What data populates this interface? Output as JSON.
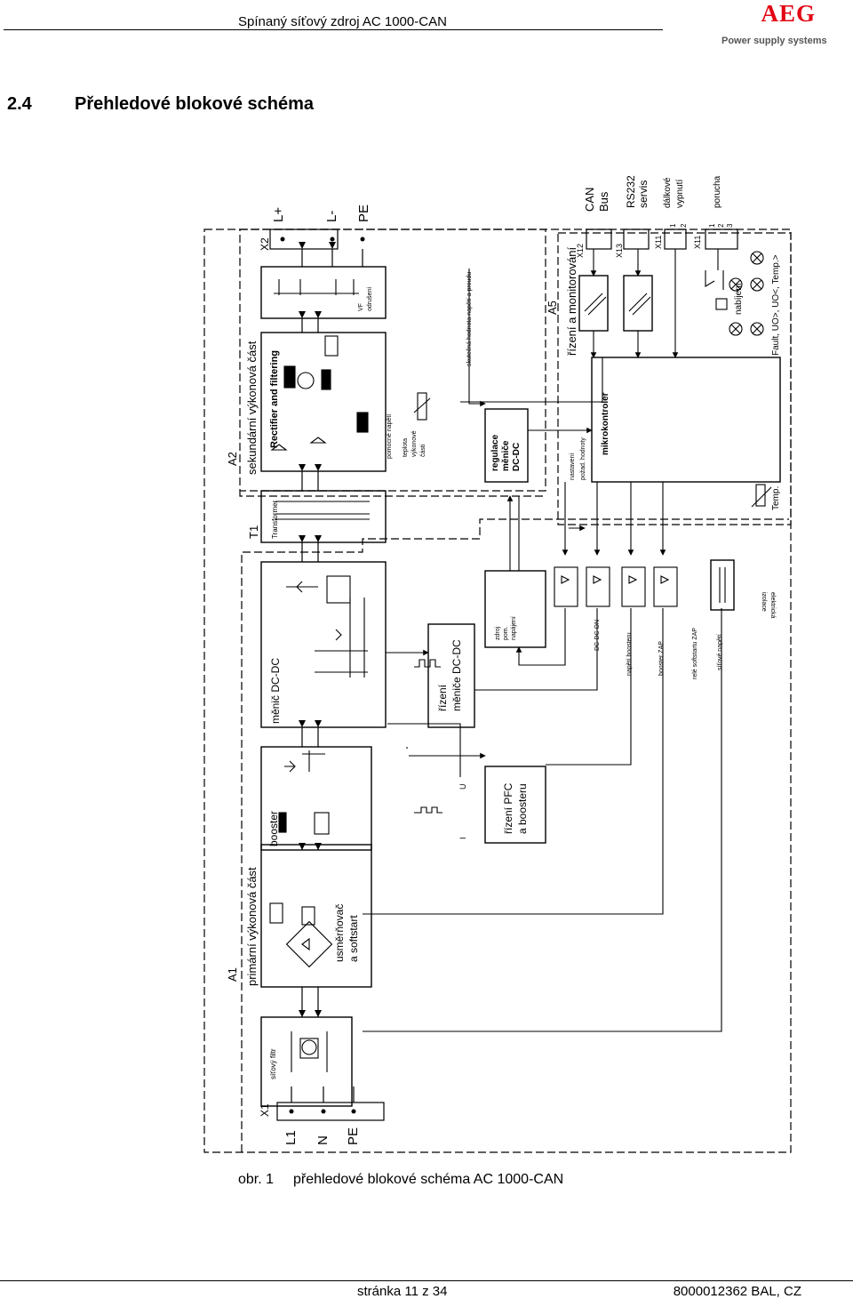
{
  "header": {
    "title": "Spínaný síťový zdroj AC 1000-CAN",
    "logo": {
      "mark": "AEG",
      "tagline": "Power supply systems"
    }
  },
  "section": {
    "number": "2.4",
    "title": "Přehledové blokové schéma"
  },
  "diagram": {
    "connectors": {
      "x1": {
        "id": "X1",
        "pins": [
          "L1",
          "N",
          "PE"
        ]
      },
      "x2": {
        "id": "X2",
        "pins": [
          "L+",
          "L-",
          "PE"
        ]
      },
      "x12": {
        "id": "X12",
        "label_1": "CAN",
        "label_2": "Bus"
      },
      "x13": {
        "id": "X13",
        "label_1": "RS232",
        "label_2": "servis"
      },
      "x11a": {
        "id": "X11",
        "label_1": "dálkové",
        "label_2": "vypnutí",
        "pins": [
          "1",
          "2"
        ]
      },
      "x11b": {
        "id": "X11",
        "label_1": "porucha",
        "pins": [
          "1",
          "2",
          "3"
        ]
      }
    },
    "groups": {
      "a1": {
        "id": "A1",
        "label": "primární výkonová část"
      },
      "a2": {
        "id": "A2",
        "label": "sekundární výkonová část"
      },
      "a5": {
        "id": "A5",
        "label": "řízení a monitorování"
      },
      "t1": {
        "id": "T1",
        "label": "Transformer"
      }
    },
    "blocks": {
      "line_filter": "síťový filtr",
      "rectifier_1": "usměrňovač",
      "rectifier_2": "a softstart",
      "booster": "booster",
      "dcdc_converter": "měnič DC-DC",
      "rect_filter": "Rectifier and filtering",
      "rf_suppression_1": "VF",
      "rf_suppression_2": "odrušení",
      "pfc_control_1": "řízení PFC",
      "pfc_control_2": "a boosteru",
      "dcdc_control_1": "řízení",
      "dcdc_control_2": "měniče DC-DC",
      "dcdc_regulation_1": "regulace",
      "dcdc_regulation_2": "měniče",
      "dcdc_regulation_3": "DC-DC",
      "aux_supply_1": "zdroj",
      "aux_supply_2": "pom.",
      "aux_supply_3": "napájení",
      "microcontroller": "mikrokontroler"
    },
    "signals": {
      "aux_voltage": "pomocné napětí",
      "power_temp_1": "teplota",
      "power_temp_2": "výkonové",
      "power_temp_3": "části",
      "actual_values": "skutečná hodnota napětí a proudu",
      "setpoint_1": "nastavení",
      "setpoint_2": "požad. hodnoty",
      "dcdc_on": "DC-DC ON",
      "booster_voltage": "napětí boosteru",
      "booster_on": "booster ZAP",
      "softstart_relay": "relé softstartu ZAP",
      "mains_voltage": "síťové napětí",
      "isolation_1": "izolace",
      "isolation_2": "elektrická",
      "charging": "nabíjení",
      "fault": "Fault, UO>, UO<, Temp.>",
      "temp": "Temp.",
      "u": "U",
      "i": "I"
    }
  },
  "caption": {
    "label": "obr. 1",
    "text": "přehledové blokové schéma AC 1000-CAN"
  },
  "footer": {
    "page": "stránka 11 z 34",
    "doc": "8000012362 BAL, CZ"
  }
}
